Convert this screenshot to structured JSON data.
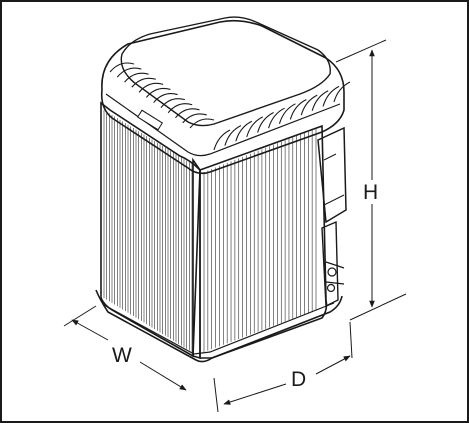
{
  "dimensions": {
    "height_label": "H",
    "width_label": "W",
    "depth_label": "D"
  },
  "colors": {
    "stroke": "#1a1a1a",
    "background": "#ffffff"
  }
}
